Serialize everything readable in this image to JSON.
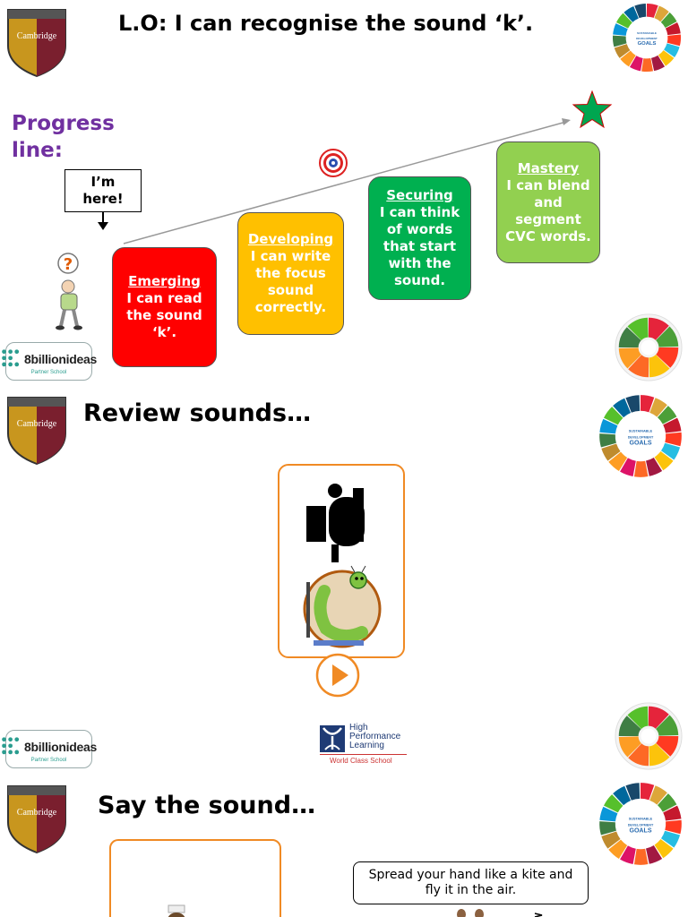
{
  "slide1": {
    "school_logo": "Cambridge",
    "title": "L.O: I can recognise the sound ‘k’.",
    "progress_label": "Progress line:",
    "callout": "I’m here!",
    "stages": [
      {
        "name": "Emerging",
        "text": "I can read the sound ‘k’.",
        "color": "#ff0000"
      },
      {
        "name": "Developing",
        "text": "I can write the focus sound correctly.",
        "color": "#ffc000"
      },
      {
        "name": "Securing",
        "text": "I can think of words that start with the sound.",
        "color": "#00b050"
      },
      {
        "name": "Mastery",
        "text": "I can blend and segment CVC words.",
        "color": "#92d050"
      }
    ],
    "partner_logo": {
      "name": "8billionideas",
      "subtitle": "Partner School"
    },
    "progress_label_color": "#7030a0"
  },
  "slide2": {
    "school_logo": "Cambridge",
    "title": "Review sounds…",
    "hpl_logo": {
      "line1": "High",
      "line2": "Performance",
      "line3": "Learning",
      "tagline": "World Class School"
    },
    "partner_logo": {
      "name": "8billionideas",
      "subtitle": "Partner School"
    }
  },
  "slide3": {
    "school_logo": "Cambridge",
    "title": "Say the sound…",
    "instruction": "Spread your hand like a kite and fly it in the air."
  },
  "sdg_logo_text": [
    "SUSTAINABLE",
    "DEVELOPMENT",
    "GOALS"
  ]
}
